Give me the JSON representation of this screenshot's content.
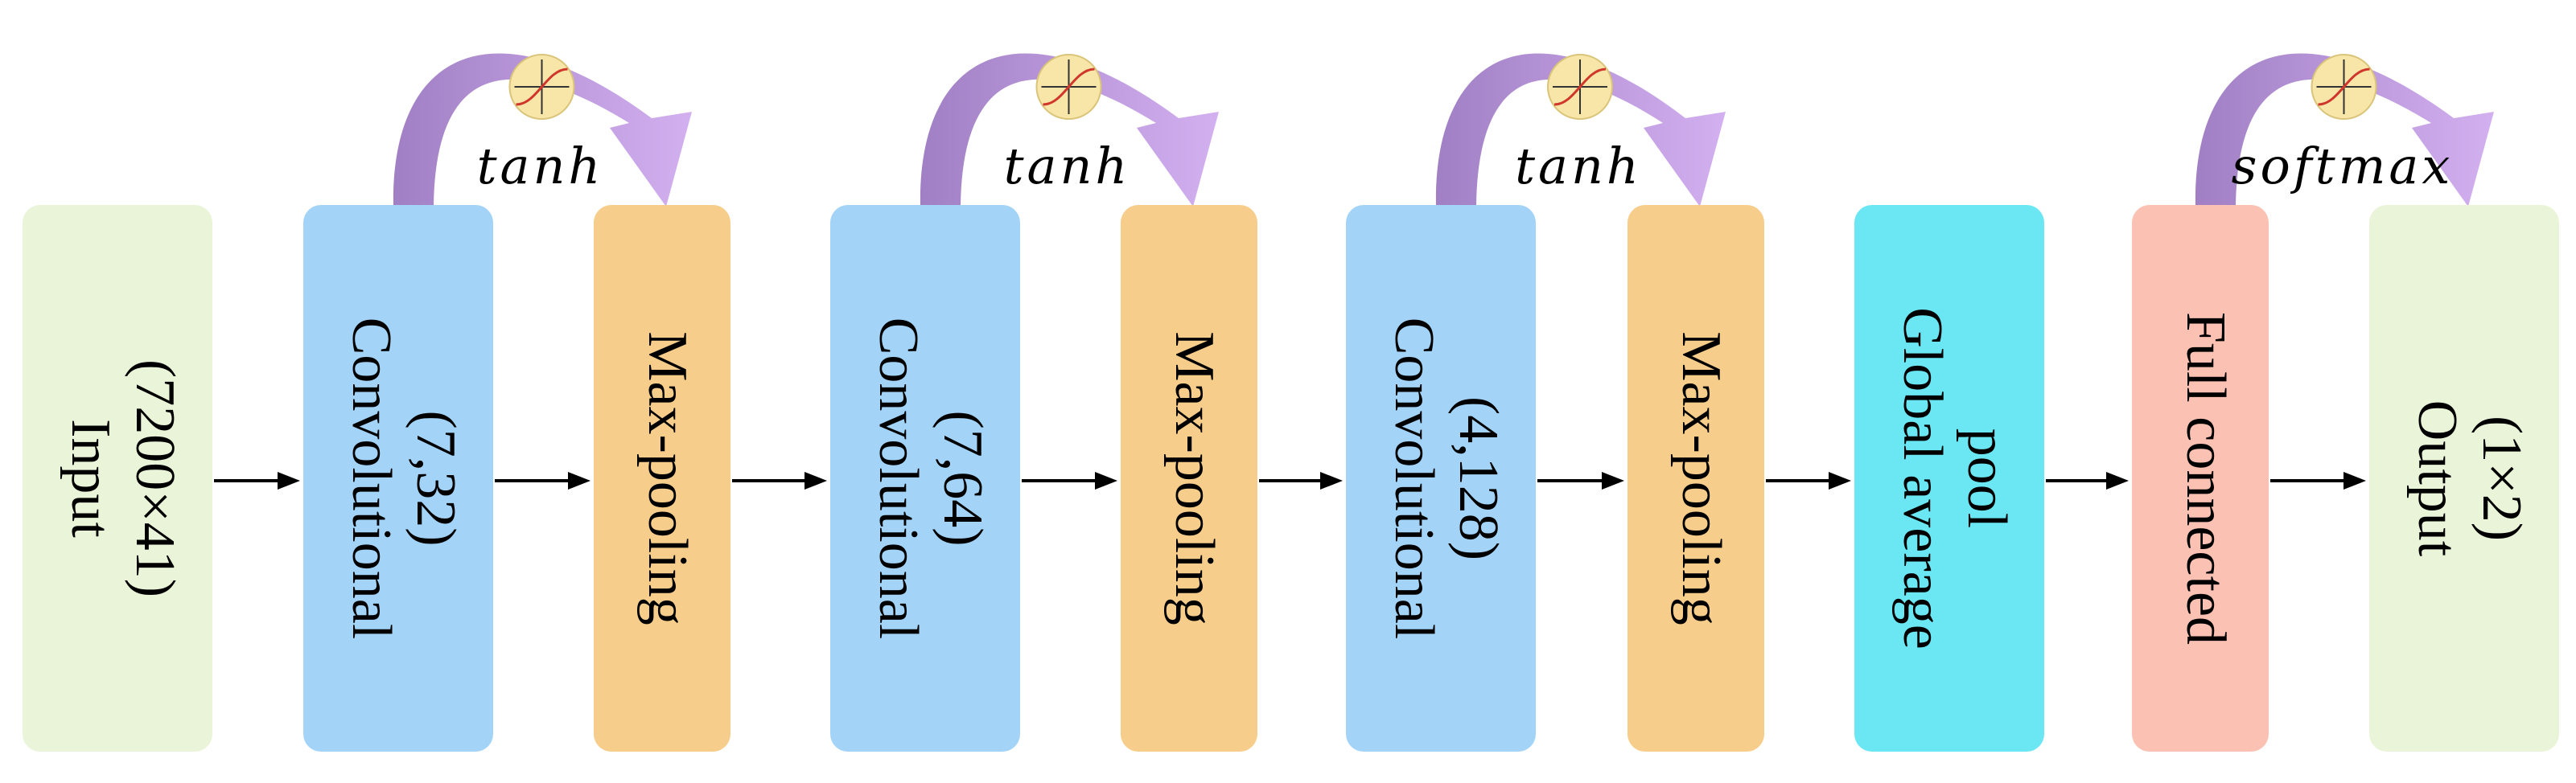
{
  "blocks": [
    {
      "id": "input",
      "lines": [
        "Input",
        "(7200×41)"
      ],
      "color": "#e9f4d8"
    },
    {
      "id": "conv1",
      "lines": [
        "Convolutional",
        "(7,32)"
      ],
      "color": "#a3d4f7"
    },
    {
      "id": "pool1",
      "lines": [
        "Max-pooling"
      ],
      "color": "#f6cd8a"
    },
    {
      "id": "conv2",
      "lines": [
        "Convolutional",
        "(7,64)"
      ],
      "color": "#a3d4f7"
    },
    {
      "id": "pool2",
      "lines": [
        "Max-pooling"
      ],
      "color": "#f6cd8a"
    },
    {
      "id": "conv3",
      "lines": [
        "Convolutional",
        "(4,128)"
      ],
      "color": "#a3d4f7"
    },
    {
      "id": "pool3",
      "lines": [
        "Max-pooling"
      ],
      "color": "#f6cd8a"
    },
    {
      "id": "gap",
      "lines": [
        "Global average",
        "pool"
      ],
      "color": "#6ae7f3"
    },
    {
      "id": "fc",
      "lines": [
        "Full connected"
      ],
      "color": "#fbc2b3"
    },
    {
      "id": "output",
      "lines": [
        "Output",
        "(1×2)"
      ],
      "color": "#e9f4d8"
    }
  ],
  "activations": [
    {
      "label": "tanh",
      "from": "conv1",
      "to": "pool1"
    },
    {
      "label": "tanh",
      "from": "conv2",
      "to": "pool2"
    },
    {
      "label": "tanh",
      "from": "conv3",
      "to": "pool3"
    },
    {
      "label": "softmax",
      "from": "fc",
      "to": "output"
    }
  ],
  "colors": {
    "arc": "#cba6e8",
    "arc_shadow": "#a886c9",
    "arrow": "#000000",
    "icon_fill": "#f7e6a8",
    "icon_curve": "#d0362b"
  },
  "icons": {
    "activation_badge": "sigmoid-curve-icon"
  }
}
